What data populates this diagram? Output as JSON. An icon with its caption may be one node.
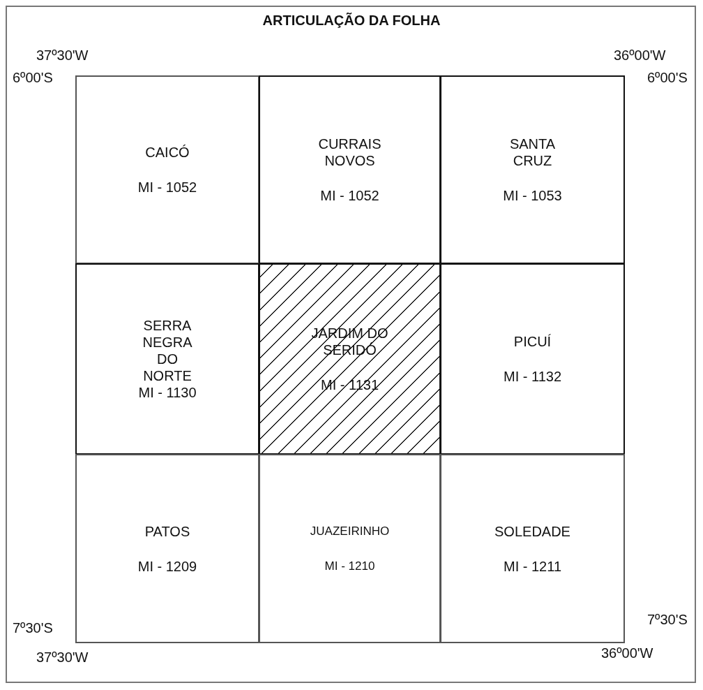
{
  "diagram": {
    "title": "ARTICULAÇÃO DA FOLHA",
    "nodes": [
      {
        "text": [
          "CAICÓ",
          "MI - 1052"
        ]
      },
      {
        "text": [
          "CURRAIS NOVOS",
          "MI - 1052"
        ]
      },
      {
        "text": [
          "SANTA CRUZ",
          "MI - 1053"
        ]
      },
      {
        "text": [
          "SERRA NEGRA DO NORTE",
          "MI - 1130"
        ]
      },
      {
        "text": [
          "JARDIM DO SERIDÓ",
          "MI - 1131"
        ]
      },
      {
        "text": [
          "PICUÍ",
          "MI - 1132"
        ]
      },
      {
        "text": [
          "PATOS",
          "MI - 1209"
        ]
      },
      {
        "text": [
          "JUAZEIRINHO",
          "MI - 1210"
        ]
      },
      {
        "text": [
          "SOLEDADE",
          "MI - 1211"
        ]
      }
    ],
    "edges": [],
    "labels": [
      "37º30'W",
      "36º00'W",
      "6º00'S",
      "6º00'S",
      "7º30'S",
      "7º30'S",
      "37º30'W",
      "36º00'W"
    ]
  }
}
